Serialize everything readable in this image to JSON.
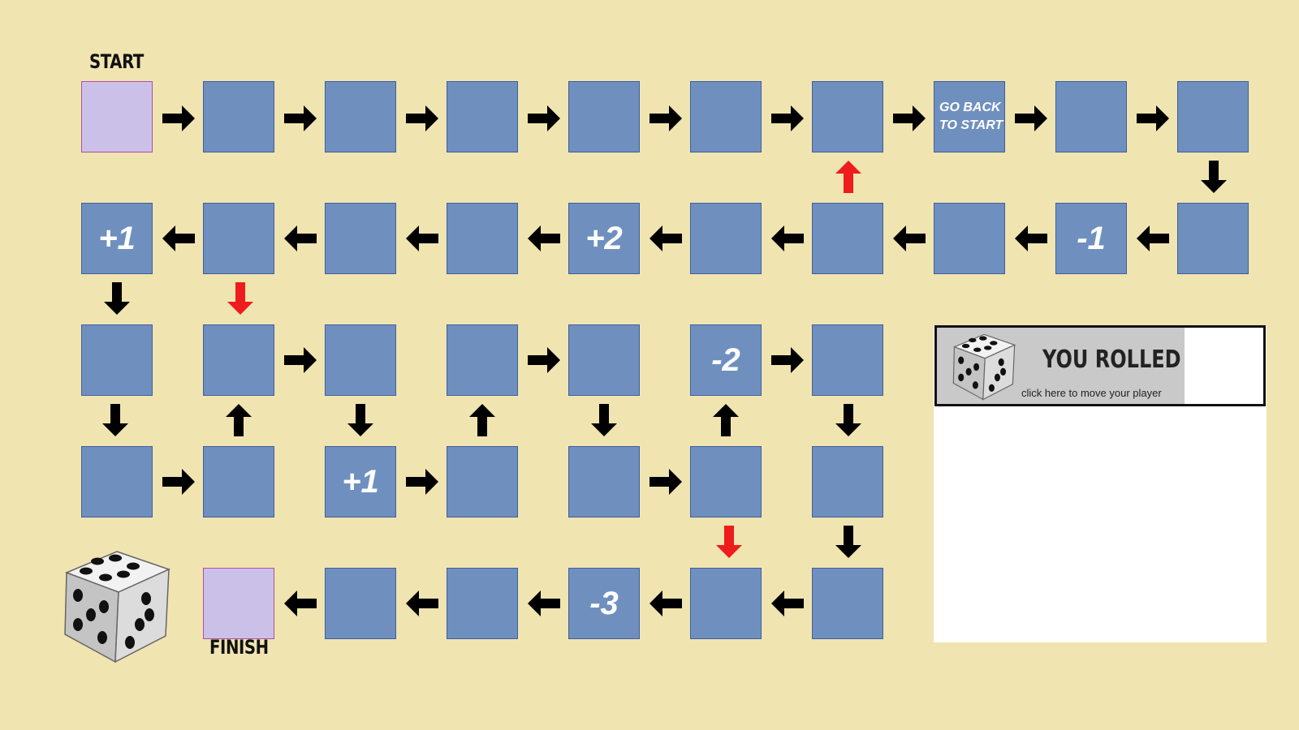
{
  "labels": {
    "start": "START",
    "finish": "FINISH"
  },
  "squares": {
    "r0c0": "",
    "r0c1": "",
    "r0c2": "",
    "r0c3": "",
    "r0c4": "",
    "r0c5": "",
    "r0c6": "",
    "r0c7": "GO BACK\nTO START",
    "r0c8": "",
    "r0c9": "",
    "r1c0": "+1",
    "r1c4": "+2",
    "r1c8": "-1",
    "r2c5": "-2",
    "r3c2": "+1",
    "r4c4": "-3"
  },
  "roll_panel": {
    "title": "YOU ROLLED",
    "subtitle": "click here to move your player",
    "result": ""
  },
  "colors": {
    "background": "#f0e4b0",
    "square": "#6f90bf",
    "start_finish": "#cbc1e8",
    "arrow": "#000000",
    "arrow_special": "#ee1c1c"
  },
  "icons": {
    "arrow": "arrow-icon",
    "dice": "dice-icon"
  }
}
